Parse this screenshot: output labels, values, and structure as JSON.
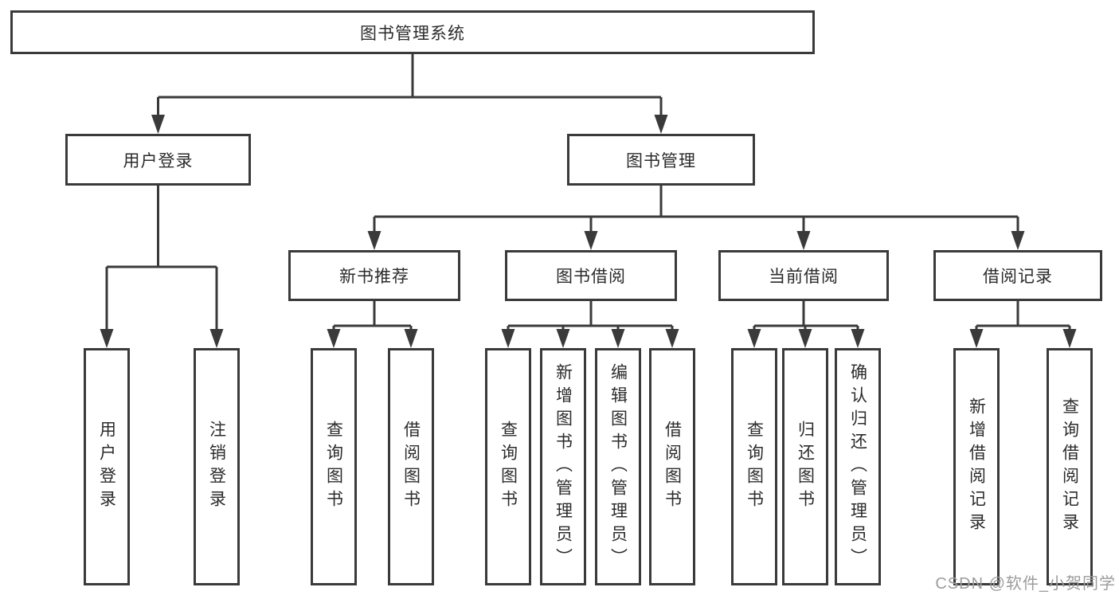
{
  "tree": {
    "label": "图书管理系统",
    "children": [
      {
        "label": "用户登录",
        "children": [
          {
            "label": "用户登录"
          },
          {
            "label": "注销登录"
          }
        ]
      },
      {
        "label": "图书管理",
        "children": [
          {
            "label": "新书推荐",
            "children": [
              {
                "label": "查询图书"
              },
              {
                "label": "借阅图书"
              }
            ]
          },
          {
            "label": "图书借阅",
            "children": [
              {
                "label": "查询图书"
              },
              {
                "label": "新增图书（管理员）"
              },
              {
                "label": "编辑图书（管理员）"
              },
              {
                "label": "借阅图书"
              }
            ]
          },
          {
            "label": "当前借阅",
            "children": [
              {
                "label": "查询图书"
              },
              {
                "label": "归还图书"
              },
              {
                "label": "确认归还（管理员）"
              }
            ]
          },
          {
            "label": "借阅记录",
            "children": [
              {
                "label": "新增借阅记录"
              },
              {
                "label": "查询借阅记录"
              }
            ]
          }
        ]
      }
    ]
  },
  "watermark": {
    "text": "CSDN @软件_小贺同学"
  },
  "colors": {
    "line": "#3a3a3a",
    "text": "#2b2b2b",
    "watermark": "#9c9c9c"
  }
}
